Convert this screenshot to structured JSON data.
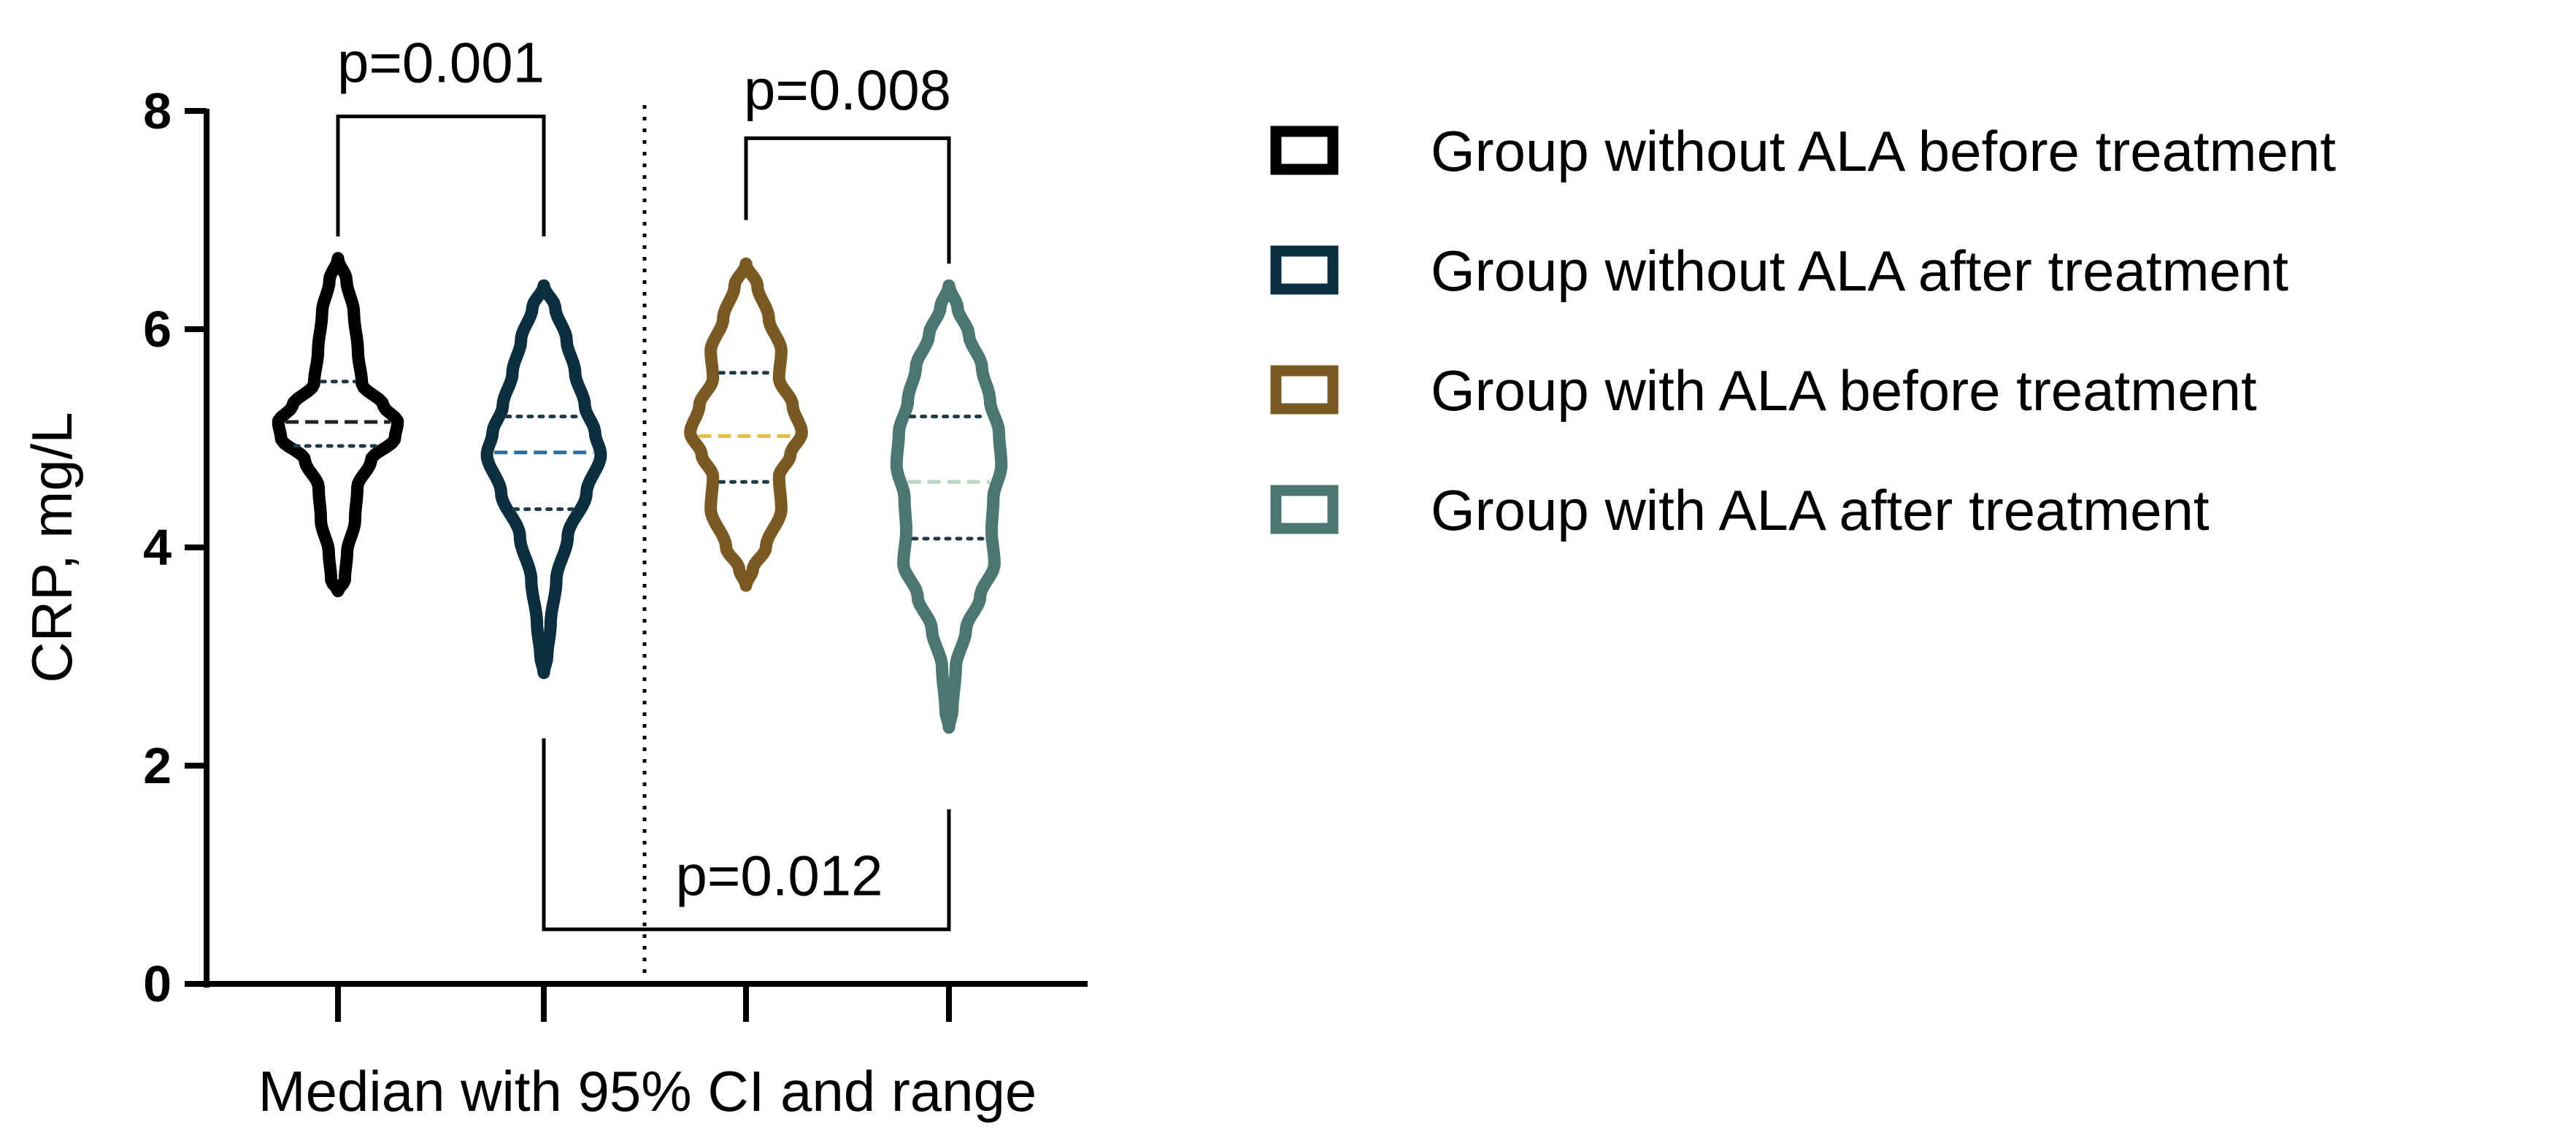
{
  "chart_data": {
    "type": "violin",
    "ylabel": "CRP, mg/L",
    "xlabel": "Median with 95% CI and range",
    "ylim": [
      0,
      8
    ],
    "yticks": [
      0,
      2,
      4,
      6,
      8
    ],
    "legend_position": "right",
    "grid": false,
    "series": [
      {
        "name": "Group without ALA before treatment",
        "color": "#000000",
        "median_color": "#222222",
        "min": 3.6,
        "max": 6.65,
        "median": 5.15,
        "q1": 4.93,
        "q3": 5.52,
        "profile": [
          [
            3.6,
            0.0
          ],
          [
            3.7,
            0.12
          ],
          [
            3.95,
            0.16
          ],
          [
            4.25,
            0.3
          ],
          [
            4.55,
            0.34
          ],
          [
            4.8,
            0.58
          ],
          [
            5.0,
            1.0
          ],
          [
            5.15,
            1.05
          ],
          [
            5.3,
            0.8
          ],
          [
            5.5,
            0.42
          ],
          [
            5.8,
            0.35
          ],
          [
            6.15,
            0.28
          ],
          [
            6.45,
            0.15
          ],
          [
            6.65,
            0.0
          ]
        ]
      },
      {
        "name": "Group without ALA after treatment",
        "color": "#0b2f40",
        "median_color": "#2a6f9a",
        "min": 2.85,
        "max": 6.4,
        "median": 4.87,
        "q1": 4.35,
        "q3": 5.2,
        "profile": [
          [
            2.85,
            0.0
          ],
          [
            3.0,
            0.06
          ],
          [
            3.3,
            0.12
          ],
          [
            3.7,
            0.22
          ],
          [
            4.1,
            0.42
          ],
          [
            4.5,
            0.75
          ],
          [
            4.85,
            1.0
          ],
          [
            5.05,
            0.9
          ],
          [
            5.3,
            0.72
          ],
          [
            5.6,
            0.55
          ],
          [
            5.9,
            0.4
          ],
          [
            6.2,
            0.2
          ],
          [
            6.4,
            0.0
          ]
        ]
      },
      {
        "name": "Group with ALA before treatment",
        "color": "#7a5a22",
        "median_color": "#e8c03a",
        "min": 3.65,
        "max": 6.6,
        "median": 5.02,
        "q1": 4.6,
        "q3": 5.6,
        "profile": [
          [
            3.65,
            0.0
          ],
          [
            3.8,
            0.12
          ],
          [
            4.0,
            0.35
          ],
          [
            4.35,
            0.62
          ],
          [
            4.65,
            0.58
          ],
          [
            4.85,
            0.78
          ],
          [
            5.05,
            0.98
          ],
          [
            5.3,
            0.82
          ],
          [
            5.55,
            0.58
          ],
          [
            5.8,
            0.62
          ],
          [
            6.1,
            0.4
          ],
          [
            6.4,
            0.2
          ],
          [
            6.6,
            0.0
          ]
        ]
      },
      {
        "name": "Group with ALA after treatment",
        "color": "#4a7870",
        "median_color": "#b8d8c4",
        "min": 2.35,
        "max": 6.4,
        "median": 4.6,
        "q1": 4.08,
        "q3": 5.2,
        "profile": [
          [
            2.35,
            0.0
          ],
          [
            2.5,
            0.06
          ],
          [
            2.9,
            0.12
          ],
          [
            3.25,
            0.3
          ],
          [
            3.55,
            0.55
          ],
          [
            3.85,
            0.8
          ],
          [
            4.15,
            0.75
          ],
          [
            4.45,
            0.78
          ],
          [
            4.75,
            0.92
          ],
          [
            5.05,
            0.88
          ],
          [
            5.35,
            0.72
          ],
          [
            5.65,
            0.58
          ],
          [
            5.95,
            0.35
          ],
          [
            6.2,
            0.15
          ],
          [
            6.4,
            0.0
          ]
        ]
      }
    ],
    "annotations": [
      {
        "label": "p=0.001",
        "from": 0,
        "to": 1,
        "y": 7.95,
        "drop_to": [
          6.85,
          6.85
        ],
        "label_y": 8.45
      },
      {
        "label": "p=0.008",
        "from": 2,
        "to": 3,
        "y": 7.75,
        "drop_to": [
          7.0,
          6.6
        ],
        "label_y": 8.2
      },
      {
        "label": "p=0.012",
        "from": 1,
        "to": 3,
        "y": 0.5,
        "drop_to": [
          2.25,
          1.6
        ],
        "label_y": 1.0,
        "inverted": true
      }
    ]
  }
}
